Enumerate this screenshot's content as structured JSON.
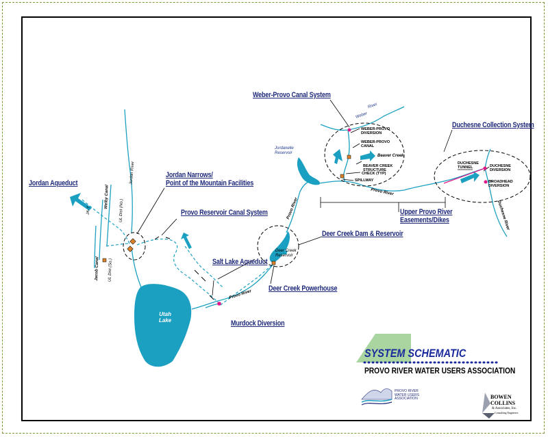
{
  "map": {
    "labels": {
      "jordan_aqueduct": "Jordan Aqueduct",
      "jordan_narrows_line1": "Jordan Narrows/",
      "jordan_narrows_line2": "Point of the Mountain Facilities",
      "provo_reservoir_canal": "Provo Reservoir Canal System",
      "salt_lake_aqueduct": "Salt Lake Aqueduct",
      "murdock_diversion": "Murdock Diversion",
      "deer_creek_dam": "Deer Creek Dam & Reservoir",
      "deer_creek_powerhouse": "Deer Creek Powerhouse",
      "weber_provo_canal_system": "Weber-Provo Canal System",
      "duchesne_collection_system": "Duchesne Collection  System",
      "upper_provo_line1": "Upper Provo River",
      "upper_provo_line2": "Easements/Dikes"
    },
    "small_labels": {
      "weber_river": "Weber",
      "river_word": "River",
      "weber_provo_diversion_1": "WEBER-PROVO",
      "weber_provo_diversion_2": "DIVERSION",
      "weber_provo_canal_1": "WEBER-PROVO",
      "weber_provo_canal_2": "CANAL",
      "beaver_creek": "Beaver Creek",
      "beaver_creek_structure_1": "BEAVER CREEK",
      "beaver_creek_structure_2": "STRUCTURE",
      "check_typ": "CHECK (TYP)",
      "spillway": "SPILLWAY",
      "jordanelle_1": "Jordanelle",
      "jordanelle_2": "Reservoir",
      "provo_river_upper": "Provo River",
      "provo_river_lower": "Provo River",
      "provo_river_mid": "Provo River",
      "duchesne_tunnel_1": "DUCHESNE",
      "duchesne_tunnel_2": "TUNNEL",
      "duchesne_diversion_1": "DUCHESNE",
      "duchesne_diversion_2": "DIVERSION",
      "broadhead_1": "BROADHEAD",
      "broadhead_2": "DIVERSION",
      "duchesne_river": "Duchesne River",
      "deer_creek_res_1": "Deer Creek",
      "deer_creek_res_2": "Reservoir",
      "utah_lake_1": "Utah",
      "utah_lake_2": "Lake",
      "jordan_river": "Jordan River",
      "jordan_canal": "Jacob Canal",
      "wellby_canal": "Welby Canal",
      "ul_dist_no_1": "UL Dist (No.)",
      "ul_dist_so": "UL Dist (So.)",
      "jal": "JA-T"
    },
    "colors": {
      "water": "#1ba0c2",
      "label_blue": "#1f2a7a",
      "node_magenta": "#e0198a",
      "node_orange": "#d9822b",
      "green_shape": "#a8d5a0"
    }
  },
  "title_block": {
    "title": "SYSTEM SCHEMATIC",
    "subtitle": "PROVO RIVER WATER USERS ASSOCIATION",
    "logo_line1": "PROVO RIVER",
    "logo_line2": "WATER USERS",
    "logo_line3": "ASSOCIATION",
    "bc_line1": "BOWEN",
    "bc_line2": "COLLINS",
    "bc_line3": "& Associates, Inc.",
    "bc_line4": "Consulting Engineers"
  }
}
